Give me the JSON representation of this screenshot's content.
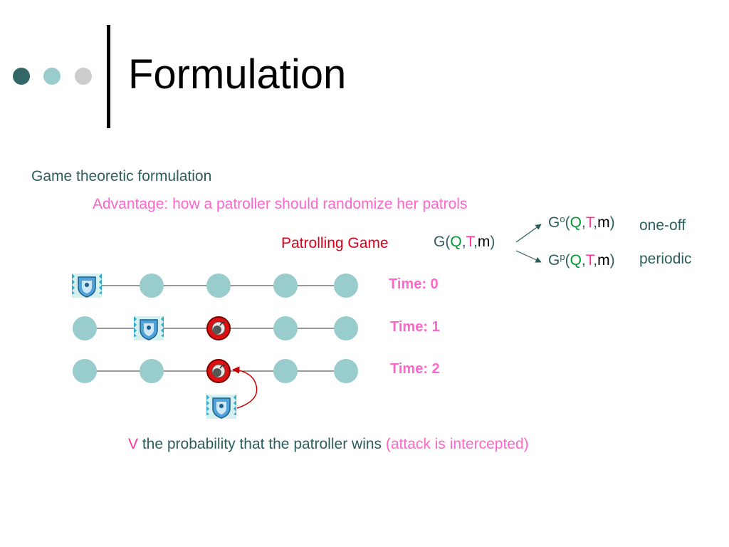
{
  "slide": {
    "title": "Formulation",
    "line1": "Game theoretic formulation",
    "advantage": "Advantage: how a patroller should randomize her patrols",
    "patrolling_game": "Patrolling Game",
    "one_off": "one-off",
    "periodic": "periodic",
    "times": [
      "Time: 0",
      "Time: 1",
      "Time: 2"
    ],
    "v_symbol": "V",
    "v_text": " the probability that the patroller wins ",
    "v_paren": "(attack is intercepted)"
  },
  "game": {
    "G": "G",
    "sup_o": "o",
    "sup_p": "p",
    "open": "(",
    "Q": "Q",
    "comma": ",",
    "T": "T",
    "m": "m",
    "close": ")"
  },
  "colors": {
    "node": "#99cccc",
    "line": "#333333",
    "bomb": "#dd1111",
    "arrow": "#cc0000",
    "teal": "#2d5e5e",
    "pink": "#ff66cc"
  },
  "icons": [
    "patroller-badge-icon",
    "bomb-icon"
  ]
}
